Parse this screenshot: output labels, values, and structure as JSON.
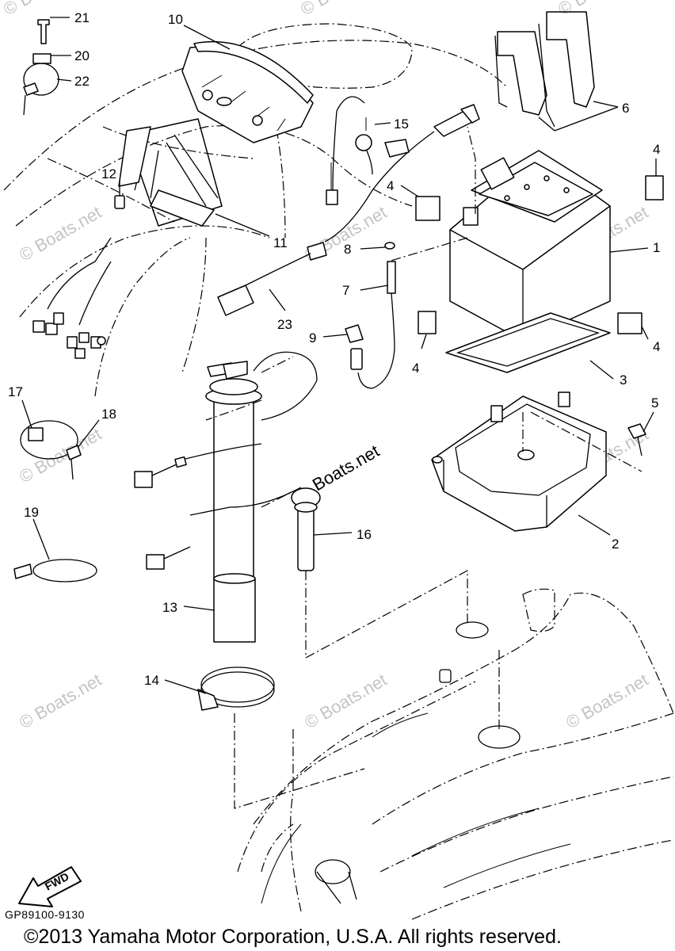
{
  "diagram": {
    "callouts": [
      "1",
      "2",
      "3",
      "4",
      "4",
      "4",
      "4",
      "5",
      "6",
      "7",
      "8",
      "9",
      "10",
      "11",
      "12",
      "13",
      "14",
      "15",
      "16",
      "17",
      "18",
      "19",
      "20",
      "21",
      "22",
      "23"
    ],
    "watermark_text": "© Boats.net",
    "center_watermark": "Boats.net",
    "fwd_label": "FWD",
    "drawing_code": "GP89100-9130",
    "copyright": "©2013 Yamaha Motor Corporation, U.S.A. All rights reserved."
  }
}
